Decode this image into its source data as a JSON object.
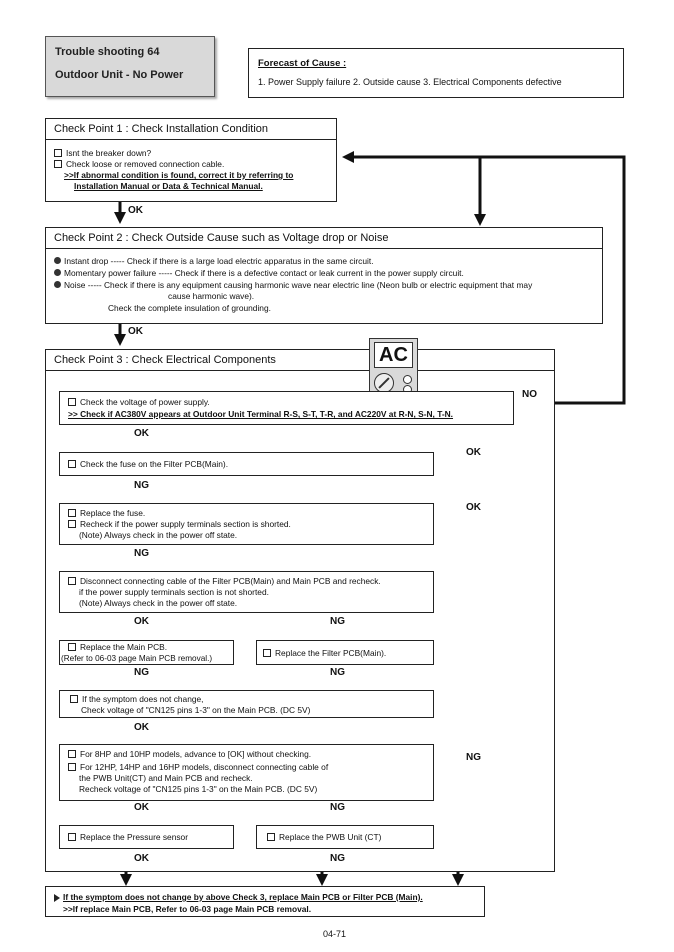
{
  "header": {
    "title_line1": "Trouble shooting  64",
    "title_line2": "Outdoor Unit - No Power",
    "forecast_title": "Forecast of  Cause :",
    "forecast_text": "1. Power Supply failure  2. Outside cause  3. Electrical Components defective"
  },
  "cp1": {
    "title": "Check Point 1 : Check Installation Condition",
    "items": [
      "Isnt the breaker down?",
      "Check loose or removed connection cable."
    ],
    "note1": ">>If abnormal condition is found, correct it by referring to",
    "note2": "Installation Manual or Data & Technical Manual."
  },
  "cp2": {
    "title": "Check Point 2 : Check Outside Cause such as Voltage drop or Noise",
    "item1": "Instant drop ----- Check if there is a large load electric apparatus in the same circuit.",
    "item2": "Momentary power failure ----- Check if there is a defective contact or leak current in the power supply circuit.",
    "item3": "Noise ----- Check if there is any equipment causing harmonic wave near electric line (Neon bulb or electric equipment that may",
    "item3b": "cause harmonic wave).",
    "item4": "Check the complete insulation of grounding."
  },
  "cp3": {
    "title": "Check Point 3 : Check Electrical Components",
    "meter_label": "AC",
    "b1_line1": "Check the voltage of power supply.",
    "b1_line2": ">> Check if AC380V appears at Outdoor Unit Terminal R-S, S-T, T-R, and AC220V at R-N, S-N, T-N.",
    "b2": "Check the fuse on the Filter PCB(Main).",
    "b3_line1": "Replace the fuse.",
    "b3_line2": "Recheck if the power supply terminals section is shorted.",
    "b3_line3": "(Note) Always check in the power off state.",
    "b4_line1": "Disconnect connecting cable of the Filter PCB(Main) and Main PCB and recheck.",
    "b4_line2": "if the power supply terminals section is not shorted.",
    "b4_line3": "(Note) Always check in the power off state.",
    "b5_line1": "Replace the Main PCB.",
    "b5_line2": "(Refer to 06-03 page Main PCB removal.)",
    "b6": "Replace the Filter PCB(Main).",
    "b7_line1": "If the symptom does not change,",
    "b7_line2": "Check voltage of \"CN125 pins 1-3\" on the Main PCB. (DC 5V)",
    "b8_line1": "For 8HP and 10HP models, advance to [OK] without checking.",
    "b8_line2": "For 12HP, 14HP and 16HP models, disconnect connecting cable of",
    "b8_line3": "the PWB Unit(CT) and Main PCB and recheck.",
    "b8_line4": "Recheck voltage of \"CN125 pins 1-3\" on the Main PCB. (DC 5V)",
    "b9": "Replace the Pressure sensor",
    "b10": "Replace the PWB Unit (CT)"
  },
  "final": {
    "line1": "If the symptom does not change by above Check 3, replace Main PCB or Filter PCB (Main).",
    "line2": ">>If replace Main PCB, Refer to 06-03 page Main PCB removal."
  },
  "labels": {
    "ok": "OK",
    "ng": "NG",
    "no": "NO"
  },
  "page_number": "04-71"
}
